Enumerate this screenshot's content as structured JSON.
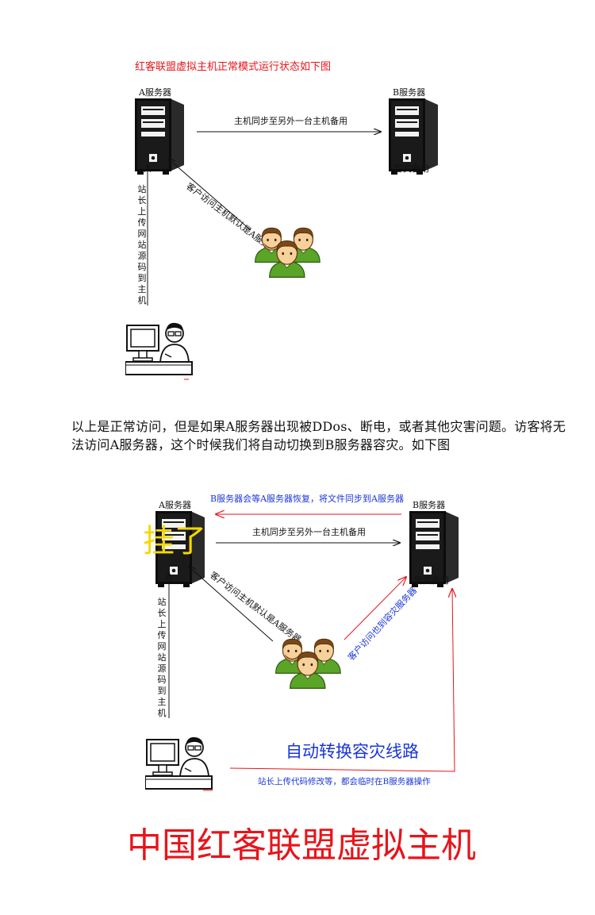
{
  "diagram1": {
    "title": "红客联盟虚拟主机正常模式运行状态如下图",
    "server_a_label": "A服务器",
    "server_b_label": "B服务器",
    "sync_label": "主机同步至另外一台主机备用",
    "disaster_label": "容灾备用",
    "visitor_label": "客户访问主机默认是A服务器",
    "upload_label": "站长上传网站源码到主机"
  },
  "paragraph": "以上是正常访问，但是如果A服务器出现被DDos、断电，或者其他灾害问题。访客将无法访问A服务器，这个时候我们将自动切换到B服务器容灾。如下图",
  "diagram2": {
    "restore_label": "B服务器会等A服务器恢复，将文件同步到A服务器",
    "server_a_label": "A服务器",
    "server_b_label": "B服务器",
    "down_label": "挂了",
    "sync_label": "主机同步至另外一台主机备用",
    "disaster_label": "容灾备用",
    "visitor_label": "客户访问主机默认是A服务器",
    "visitor_b_label": "客户访问也到容灾服务器",
    "upload_label": "站长上传网站源码到主机",
    "auto_switch_label": "自动转换容灾线路",
    "temp_op_label": "站长上传代码修改等，都会临时在B服务器操作"
  },
  "footer": "中国红客联盟虚拟主机",
  "colors": {
    "red": "#e8141a",
    "blue": "#1a36d6",
    "yellow": "#f5d800",
    "person_green": "#5aa428"
  }
}
